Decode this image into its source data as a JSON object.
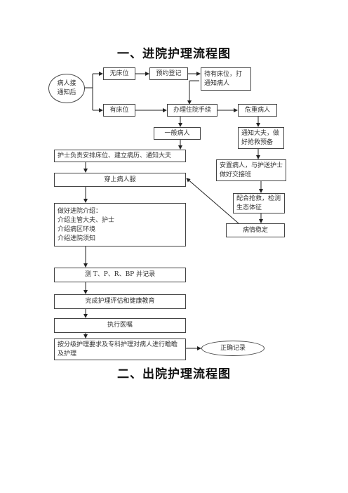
{
  "titles": {
    "admission": "一、进院护理流程图",
    "discharge": "二、出院护理流程图"
  },
  "nodes": {
    "notified": "病人接\n通知后",
    "no_bed": "无床位",
    "reserve": "预约登记",
    "wait_bed": "待有床位，打\n通知病人",
    "has_bed": "有床位",
    "admission_proc": "办理住院手续",
    "critical": "危重病人",
    "general": "一般病人",
    "notify_doctor": "通知大夫，做\n好抢救预备",
    "nurse_arrange": "护士负责安排床位、建立病历、通知大夫",
    "settle": "安置病人，与护送护士\n做好交接班",
    "wear_clothes": "穿上病人服",
    "rescue_monitor": "配合抢救，检测\n生态体征",
    "introduce": "做好进院介绍：\n介绍主管大夫、护士\n介绍病区环境\n介绍进院须知",
    "stable": "病情稳定",
    "measure": "测 T、P、R、BP 并记录",
    "assessment": "完成护理评估和健康教育",
    "orders": "执行医嘱",
    "level_care": "按分级护理要求及专科护理对病人进行瞻瞻\n及护理",
    "record": "正确记录"
  }
}
